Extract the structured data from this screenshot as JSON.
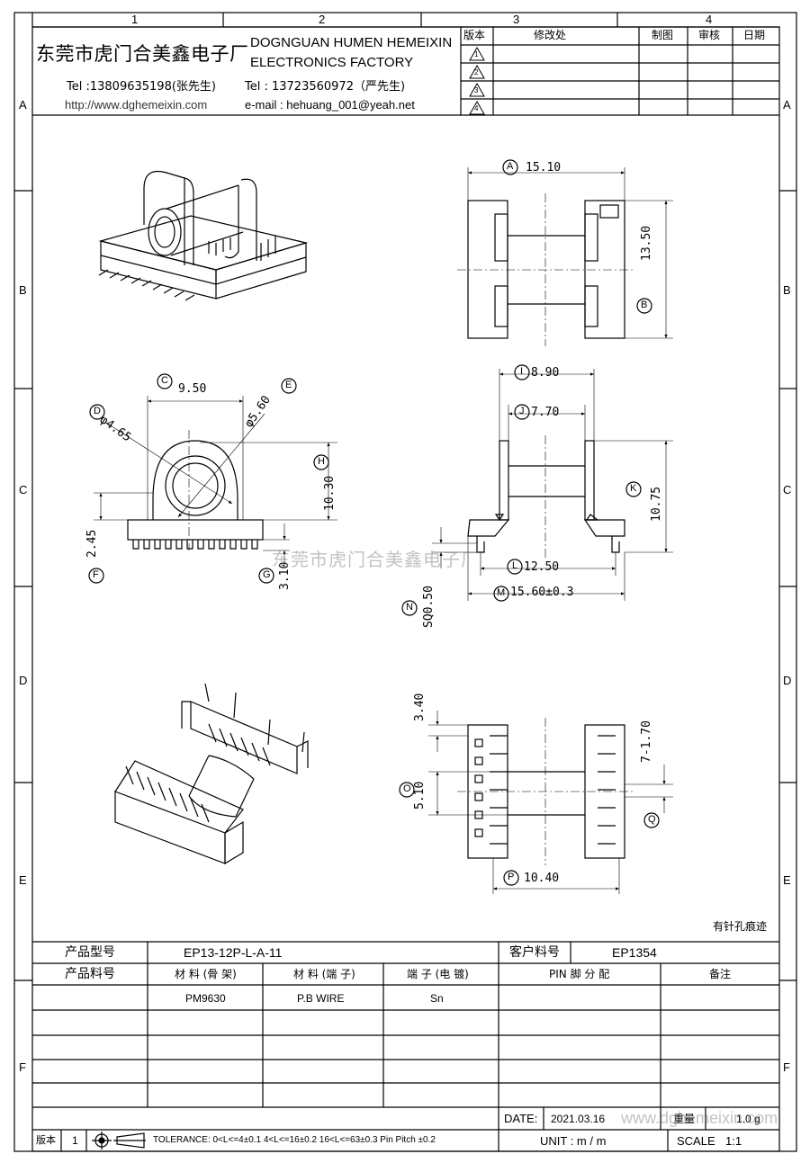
{
  "zones": {
    "columns": [
      "1",
      "2",
      "3",
      "4"
    ],
    "rows": [
      "A",
      "B",
      "C",
      "D",
      "E",
      "F"
    ]
  },
  "company": {
    "name_cn": "东莞市虎门合美鑫电子厂",
    "name_en_1": "DOGNGUAN HUMEN HEMEIXIN",
    "name_en_2": "ELECTRONICS FACTORY",
    "tel1": "Tel :13809635198(张先生)",
    "website": "http://www.dghemeixin.com",
    "tel2": "Tel : 13723560972（严先生)",
    "email": "e-mail : hehuang_001@yeah.net"
  },
  "revision_table": {
    "headers": [
      "版本",
      "修改处",
      "制图",
      "审核",
      "日期"
    ],
    "revisions": [
      "1",
      "2",
      "3",
      "4"
    ]
  },
  "dimensions": {
    "A": "15.10",
    "B": "13.50",
    "C": "9.50",
    "D": "φ4.65",
    "E": "φ5.60",
    "F": "2.45",
    "G": "3.10",
    "H": "10.30",
    "I": "8.90",
    "J": "7.70",
    "K": "10.75",
    "L": "12.50",
    "M": "15.60±0.3",
    "N": "SQ0.50",
    "O": "5.10",
    "O_top": "3.40",
    "P": "10.40",
    "Q": "7-1.70"
  },
  "watermark": "东莞市虎门合美鑫电子厂",
  "note_pin": "有针孔痕迹",
  "info_table": {
    "product_model_label": "产品型号",
    "product_model": "EP13-12P-L-A-11",
    "customer_no_label": "客户料号",
    "customer_no": "EP1354",
    "product_no_label": "产品料号",
    "headers": [
      "材 料 (骨 架)",
      "材 料 (端 子)",
      "端 子 (电 镀)",
      "PIN 脚 分 配",
      "备注"
    ],
    "row": [
      "PM9630",
      "P.B WIRE",
      "Sn",
      "",
      ""
    ]
  },
  "footer": {
    "version_label": "版本",
    "version": "1",
    "tolerance": "TOLERANCE:  0<L<=4±0.1  4<L<=16±0.2  16<L<=63±0.3  Pin Pitch  ±0.2",
    "date_label": "DATE:",
    "date": "2021.03.16",
    "weight_label": "重量",
    "weight": "1.0 g",
    "unit": "UNIT :  m / m",
    "scale_label": "SCALE",
    "scale": "1:1",
    "footer_watermark": "www.dghemeixin.com"
  }
}
